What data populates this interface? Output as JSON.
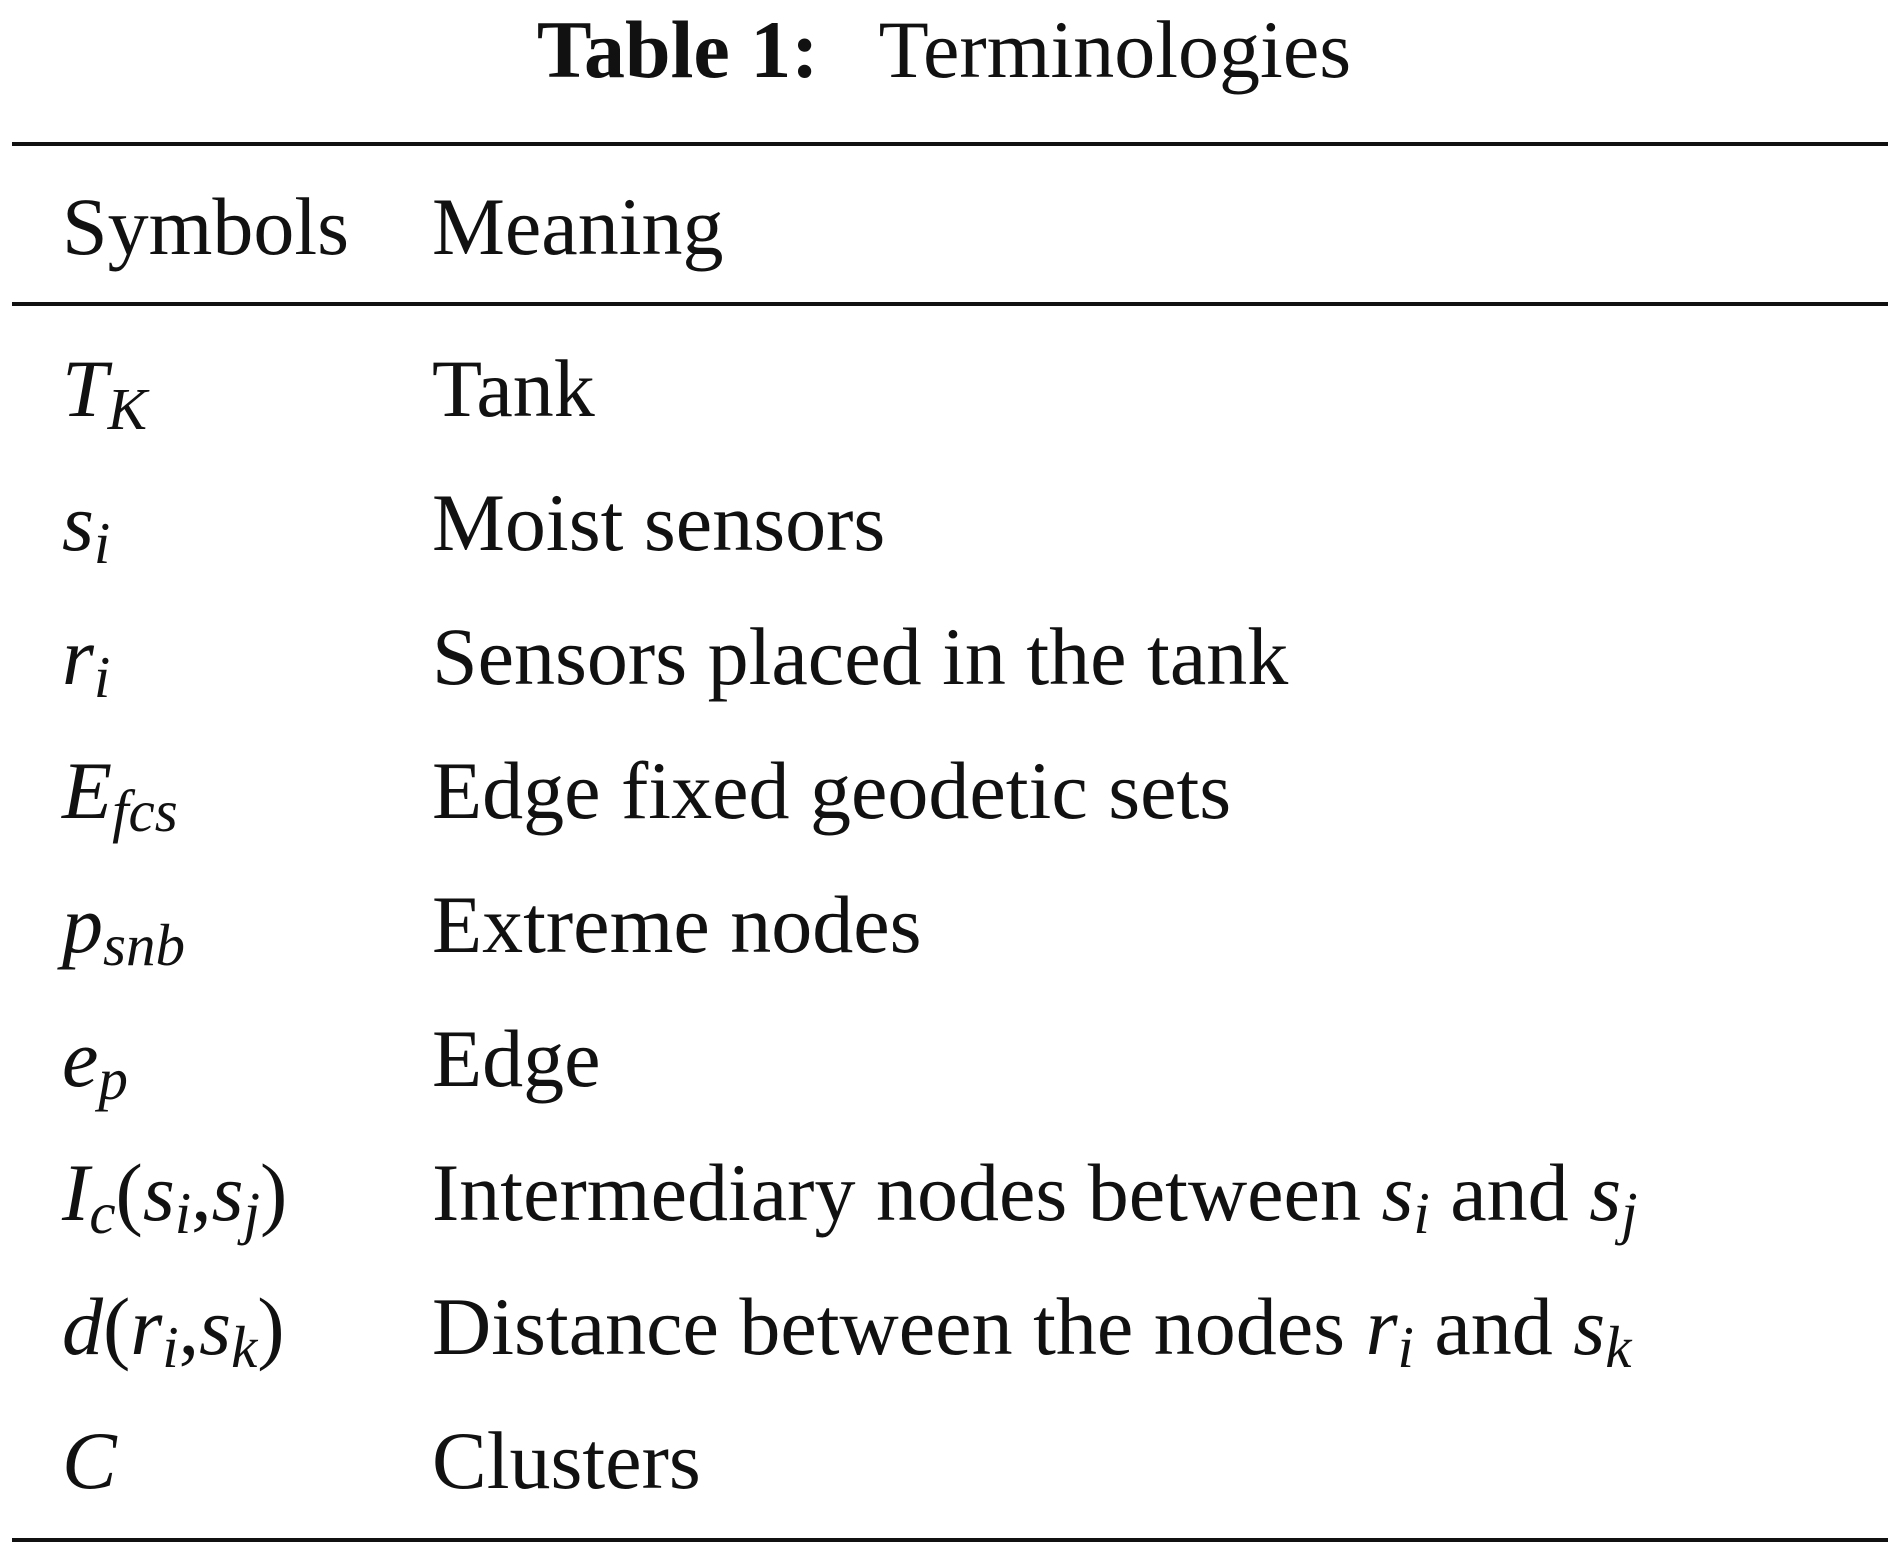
{
  "caption": {
    "label": "Table 1:",
    "title": "Terminologies"
  },
  "table": {
    "headers": {
      "symbols": "Symbols",
      "meaning": "Meaning"
    },
    "rows": [
      {
        "sym_base": "T",
        "sym_sub": "K",
        "meaning": "Tank"
      },
      {
        "sym_base": "s",
        "sym_sub": "i",
        "meaning": "Moist sensors"
      },
      {
        "sym_base": "r",
        "sym_sub": "i",
        "meaning": "Sensors placed in the tank"
      },
      {
        "sym_base": "E",
        "sym_sub": "fcs",
        "meaning": "Edge fixed geodetic sets"
      },
      {
        "sym_base": "p",
        "sym_sub": "snb",
        "meaning": "Extreme nodes"
      },
      {
        "sym_base": "e",
        "sym_sub": "p",
        "meaning": "Edge"
      },
      {
        "sym": {
          "f": "I",
          "f_sub": "c",
          "open": "(",
          "a": "s",
          "a_sub": "i",
          "comma": ",",
          "b": "s",
          "b_sub": "j",
          "close": ")"
        },
        "meaning": {
          "text": "Intermediary nodes between ",
          "v1": "s",
          "v1_sub": "i",
          "and": " and ",
          "v2": "s",
          "v2_sub": "j"
        }
      },
      {
        "sym": {
          "f": "d",
          "open": "(",
          "a": "r",
          "a_sub": "i",
          "comma": ",",
          "b": "s",
          "b_sub": "k",
          "close": ")"
        },
        "meaning": {
          "text": "Distance between the nodes ",
          "v1": "r",
          "v1_sub": "i",
          "and": " and ",
          "v2": "s",
          "v2_sub": "k"
        }
      },
      {
        "sym_base": "C",
        "meaning": "Clusters"
      }
    ]
  }
}
